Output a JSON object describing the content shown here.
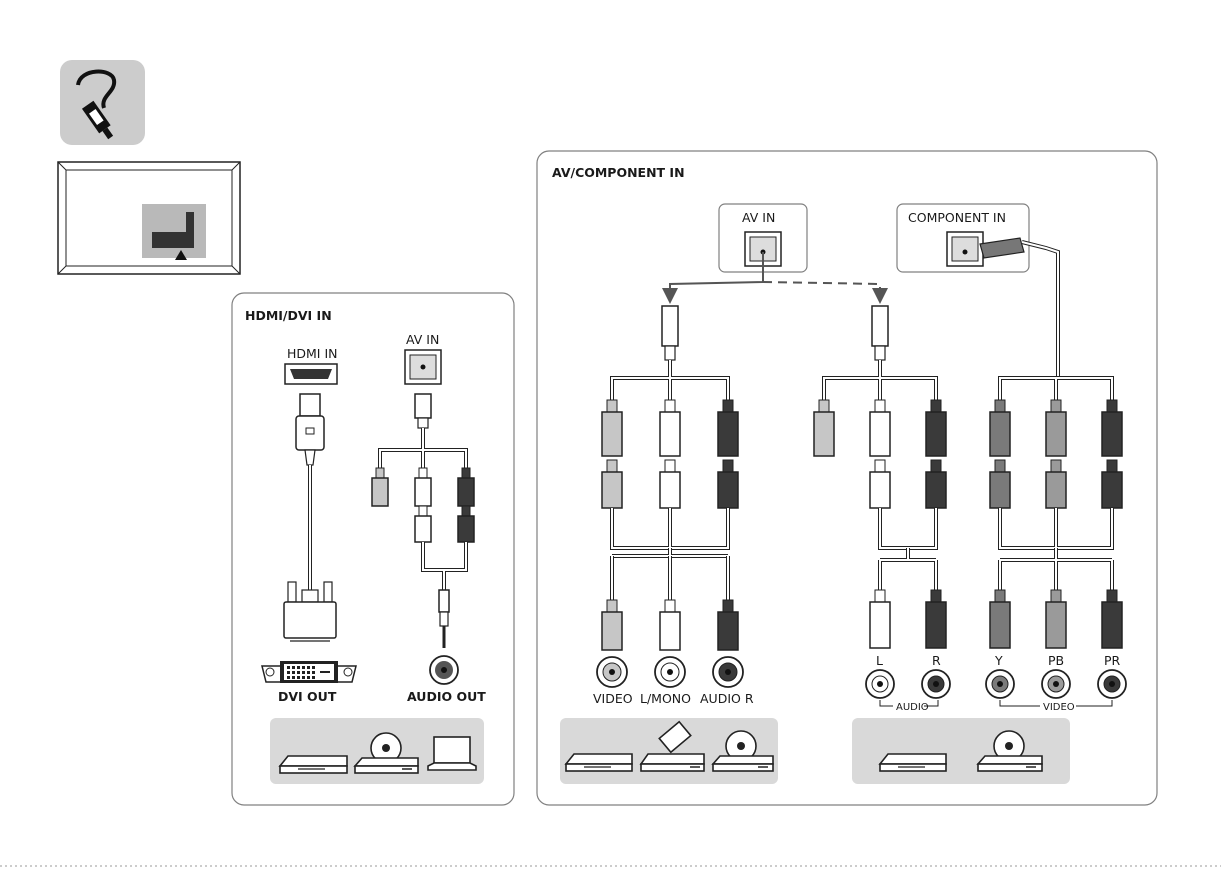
{
  "panels": {
    "hdmi": {
      "title": "HDMI/DVI IN",
      "hdmi_in": "HDMI IN",
      "av_in": "AV IN",
      "dvi_out": "DVI OUT",
      "audio_out": "AUDIO OUT"
    },
    "av": {
      "title": "AV/COMPONENT IN",
      "av_in": "AV IN",
      "component_in": "COMPONENT IN",
      "video": "VIDEO",
      "lmono": "L/MONO",
      "audio_r": "AUDIO R",
      "l": "L",
      "r": "R",
      "audio_group": "AUDIO",
      "y": "Y",
      "pb": "PB",
      "pr": "PR",
      "video_group": "VIDEO"
    }
  },
  "icons": [
    "cable-icon",
    "tv-rear-icon",
    "set-top-box-icon",
    "dvd-player-icon",
    "laptop-icon",
    "vcr-icon"
  ],
  "colors": {
    "plug_yellow": "#c6c6c6",
    "plug_white": "#ffffff",
    "plug_red": "#3a3a3a",
    "plug_green": "#7a7a7a",
    "plug_blue": "#9a9a9a",
    "plug_dark": "#3a3a3a",
    "tray": "#d9d9d9",
    "icon_bg": "#cccccc",
    "outline": "#808080"
  }
}
